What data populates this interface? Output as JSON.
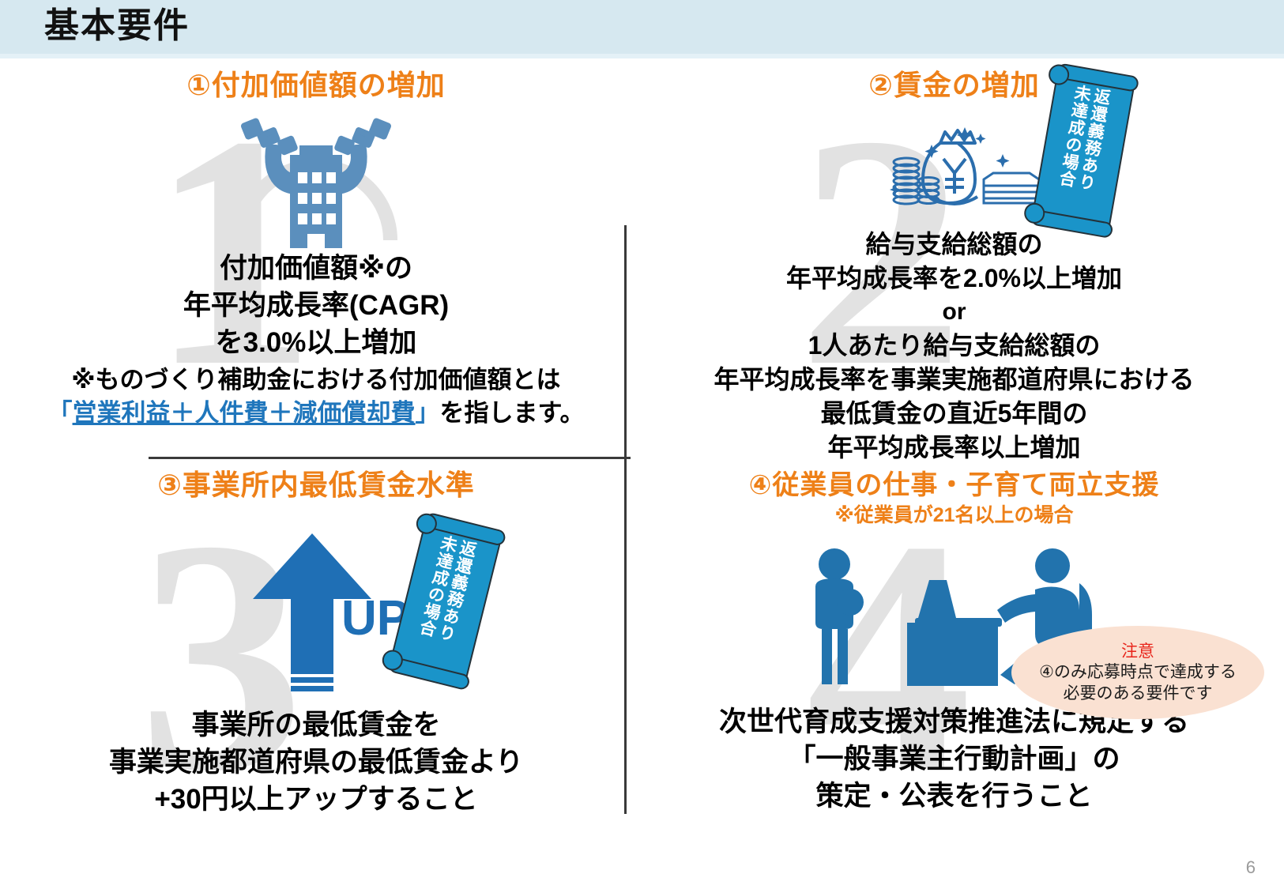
{
  "header": {
    "title": "基本要件",
    "band_color": "#d6e8f0"
  },
  "colors": {
    "heading_orange": "#ee8018",
    "link_blue": "#1f76bc",
    "scroll_blue": "#1a94c9",
    "caution_red": "#e8251b",
    "caution_bubble": "#fae1d2",
    "watermark_grey": "#e2e2e2"
  },
  "quadrants": [
    {
      "number_watermark": "1",
      "heading": "①付加価値額の増加",
      "icon": "building-muscle-dumbbell-icon",
      "lines": [
        "付加価値額※の",
        "年平均成長率(CAGR)",
        "を3.0%以上増加"
      ],
      "note_line": "※ものづくり補助金における付加価値額とは",
      "note_link_open": "「",
      "note_link": "営業利益＋人件費＋減価償却費",
      "note_link_close": "」",
      "note_tail": "を指します。"
    },
    {
      "number_watermark": "2",
      "heading": "②賃金の増加",
      "icon": "money-bag-yen-icon",
      "lines": [
        "給与支給総額の",
        "年平均成長率を2.0%以上増加",
        "or",
        "1人あたり給与支給総額の",
        "年平均成長率を事業実施都道府県における",
        "最低賃金の直近5年間の",
        "年平均成長率以上増加"
      ],
      "scroll_banner": {
        "col_right": "未達成の場合",
        "col_left": "返還義務あり"
      }
    },
    {
      "number_watermark": "3",
      "heading": "③事業所内最低賃金水準",
      "icon": "up-arrow-icon",
      "icon_label": "UP",
      "lines": [
        "事業所の最低賃金を",
        "事業実施都道府県の最低賃金より",
        "+30円以上アップすること"
      ],
      "scroll_banner": {
        "col_right": "未達成の場合",
        "col_left": "返還義務あり"
      }
    },
    {
      "number_watermark": "4",
      "heading": "④従業員の仕事・子育て両立支援",
      "subheading": "※従業員が21名以上の場合",
      "icon": "parent-child-worker-desk-icon",
      "lines": [
        "次世代育成支援対策推進法に規定する",
        "「一般事業主行動計画」の",
        "策定・公表を行うこと"
      ],
      "caution": {
        "title": "注意",
        "line1": "④のみ応募時点で達成する",
        "line2": "必要のある要件です"
      }
    }
  ],
  "page_number": "6"
}
